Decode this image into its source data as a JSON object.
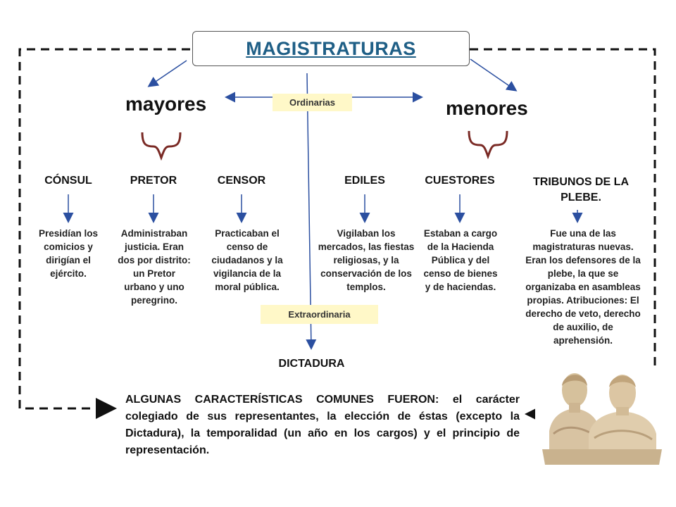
{
  "title": "MAGISTRATURAS",
  "categories": {
    "major": "mayores",
    "minor": "menores"
  },
  "tags": {
    "ordinary": "Ordinarias",
    "extraordinary": "Extraordinaria"
  },
  "magistracies": [
    {
      "name": "CÓNSUL",
      "description": "Presidían los comicios y dirigían el ejército."
    },
    {
      "name": "PRETOR",
      "description": "Administraban justicia. Eran dos por distrito: un Pretor urbano y uno peregrino."
    },
    {
      "name": "CENSOR",
      "description": "Practicaban el censo de ciudadanos y la vigilancia de la moral pública."
    },
    {
      "name": "EDILES",
      "description": "Vigilaban los mercados, las fiestas religiosas, y la conservación de los templos."
    },
    {
      "name": "CUESTORES",
      "description": "Estaban a cargo de la Hacienda Pública y del censo de bienes y de haciendas."
    },
    {
      "name": "TRIBUNOS DE LA PLEBE.",
      "description": "Fue una de las magistraturas nuevas. Eran los defensores de la plebe, la que se organizaba en asambleas propias. Atribuciones: El derecho de veto, derecho de auxilio, de aprehensión."
    }
  ],
  "dictatorship": "DICTADURA",
  "summary": "ALGUNAS CARACTERÍSTICAS COMUNES FUERON: el carácter colegiado de sus representantes, la elección de éstas (excepto la Dictadura), la temporalidad (un año en los cargos) y el principio de representación.",
  "colors": {
    "title": "#1f5f86",
    "line": "#2b4fa0",
    "tag_bg": "#fff8c8",
    "dash": "#111111"
  },
  "icons": {
    "brace_major": "curly-brace-icon",
    "brace_minor": "curly-brace-icon",
    "bust": "roman-busts-image"
  }
}
